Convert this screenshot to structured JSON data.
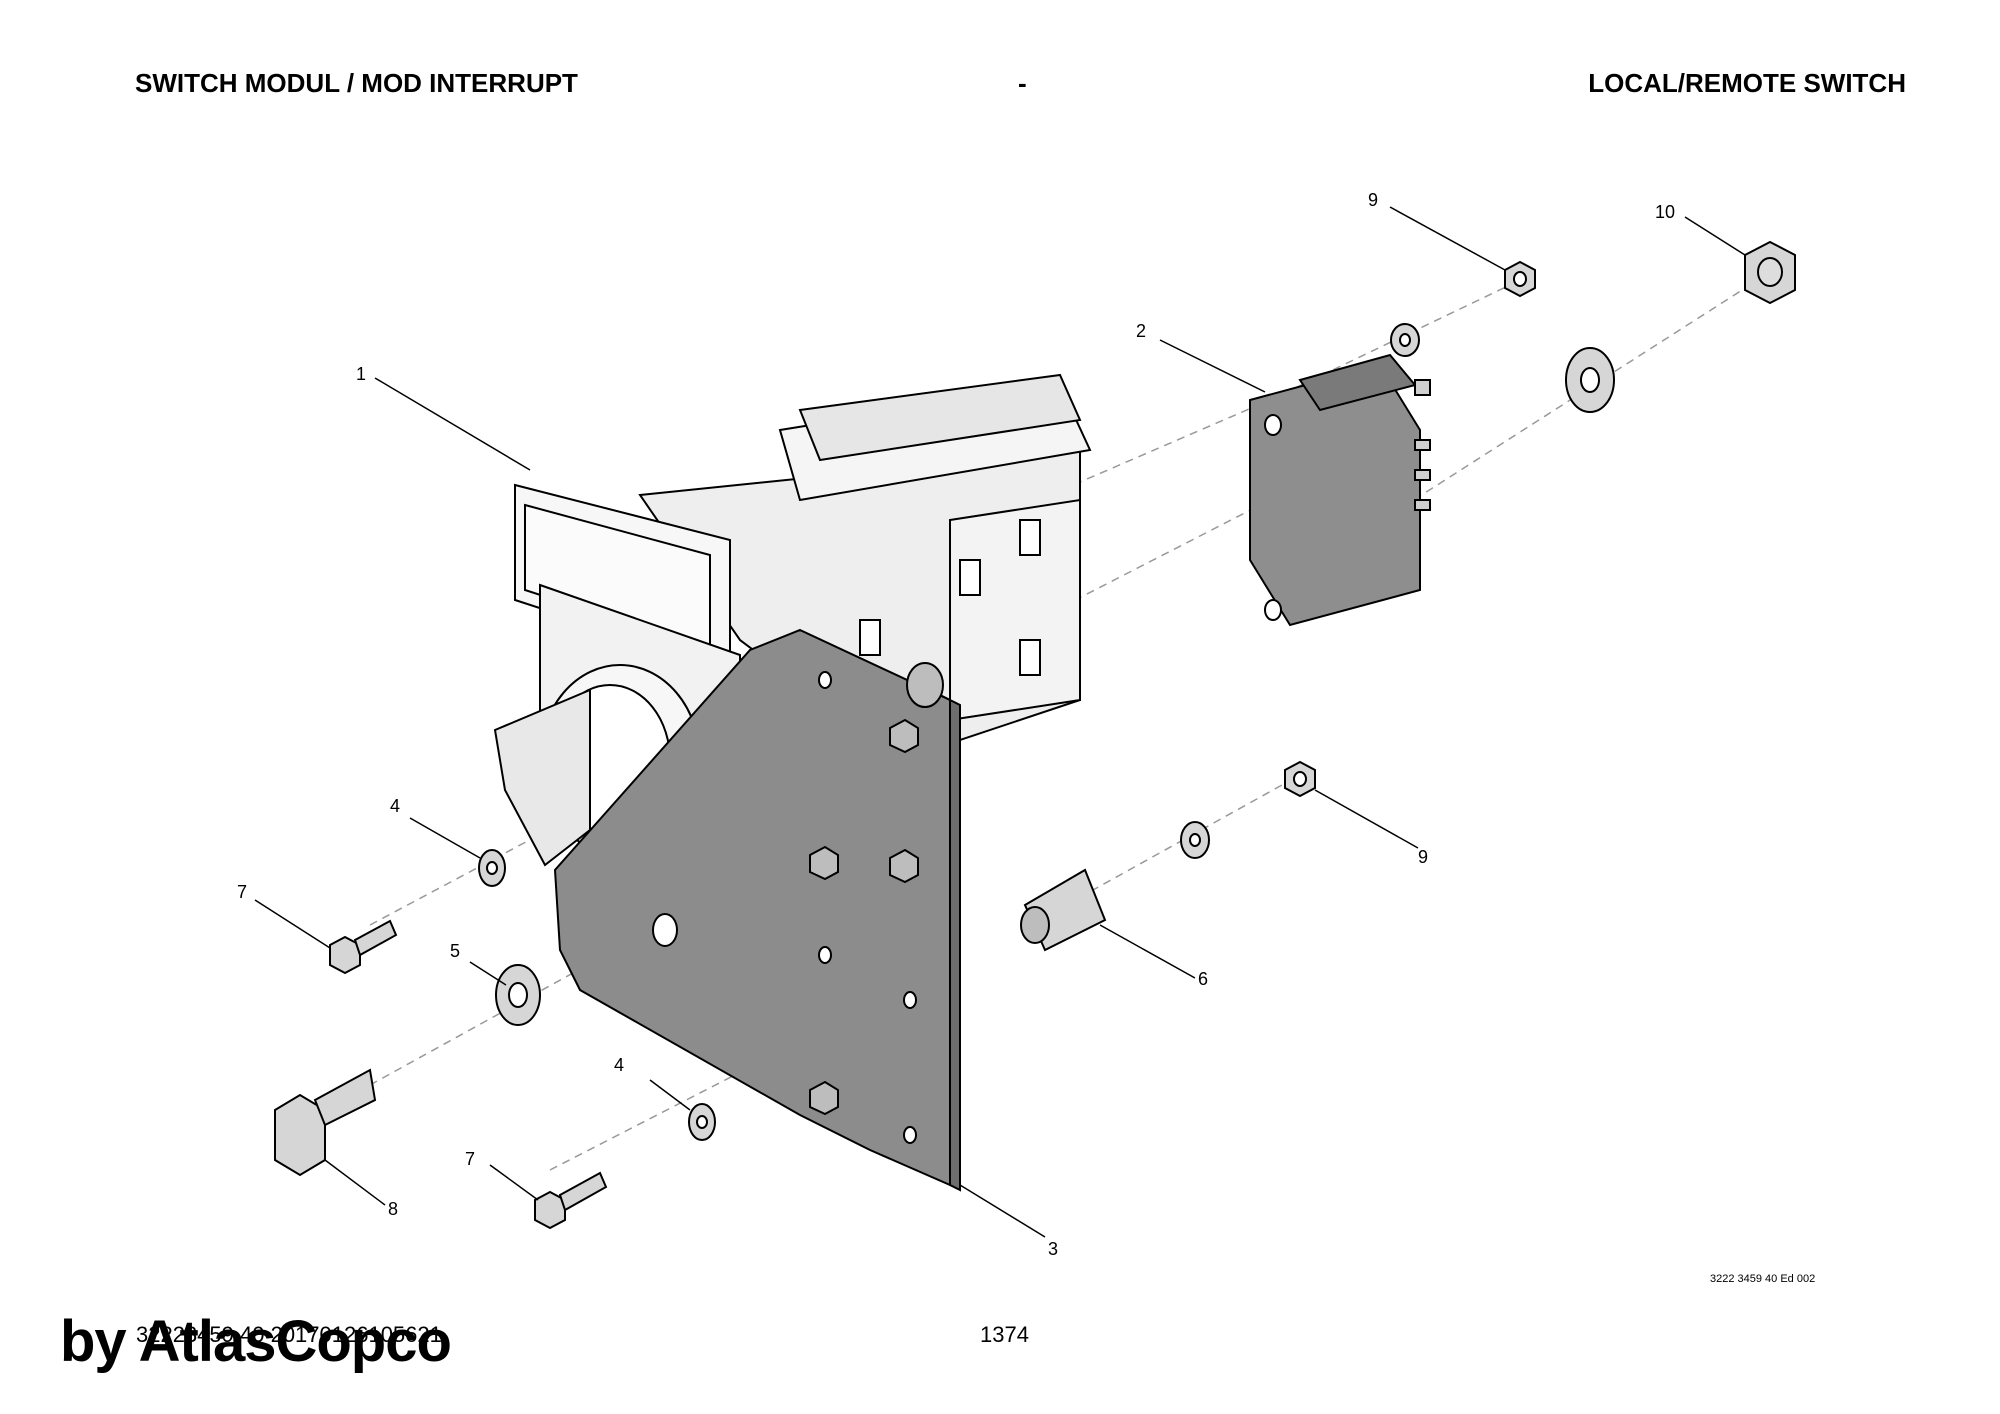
{
  "header": {
    "left_title": "SWITCH MODUL / MOD INTERRUPT",
    "center": "-",
    "right_title": "LOCAL/REMOTE SWITCH"
  },
  "callouts": {
    "c1": "1",
    "c2": "2",
    "c3": "3",
    "c4a": "4",
    "c4b": "4",
    "c5": "5",
    "c6": "6",
    "c7a": "7",
    "c7b": "7",
    "c8": "8",
    "c9a": "9",
    "c9b": "9",
    "c10": "10"
  },
  "drawing_ref": "3222 3459 40 Ed 002",
  "footer": {
    "doc_id": "32223459 40 20170126105621",
    "page_number": "1374"
  },
  "watermark": "by AtlasCopco"
}
